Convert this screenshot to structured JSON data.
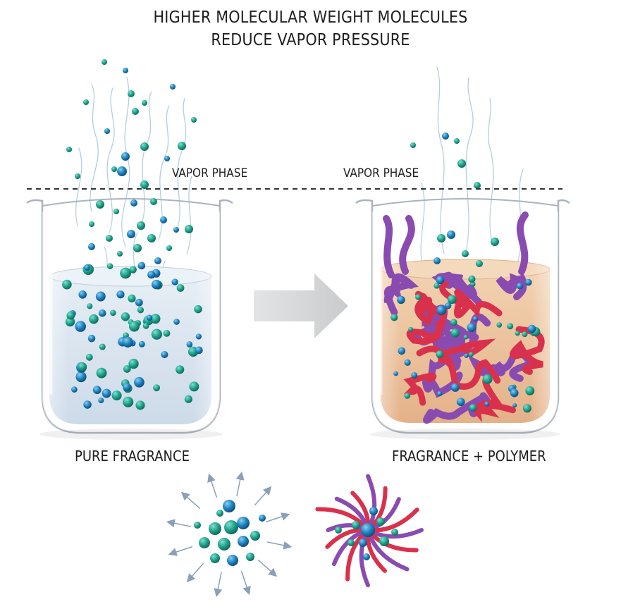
{
  "title": {
    "line1": "HIGHER MOLECULAR WEIGHT MOLECULES",
    "line2": "REDUCE VAPOR PRESSURE"
  },
  "left_beaker": {
    "vapor_label": "VAPOR PHASE",
    "caption": "PURE FRAGRANCE",
    "liquid_color": "#d6e2ee"
  },
  "right_beaker": {
    "vapor_label": "VAPOR PHASE",
    "caption": "FRAGRANCE + POLYMER",
    "liquid_color": "#ebbf95"
  },
  "colors": {
    "molecule_teal": "#21a58f",
    "molecule_blue": "#1f86c4",
    "polymer_purple": "#8a4bb0",
    "polymer_red": "#d9314c",
    "arrow_gray": "#cfd1d3",
    "dashed_line": "#333333"
  },
  "icons": {
    "transition_arrow": "arrow-right-icon",
    "dispersing_cluster": "molecule-cluster-icon",
    "polymer_cluster": "polymer-cluster-icon"
  }
}
